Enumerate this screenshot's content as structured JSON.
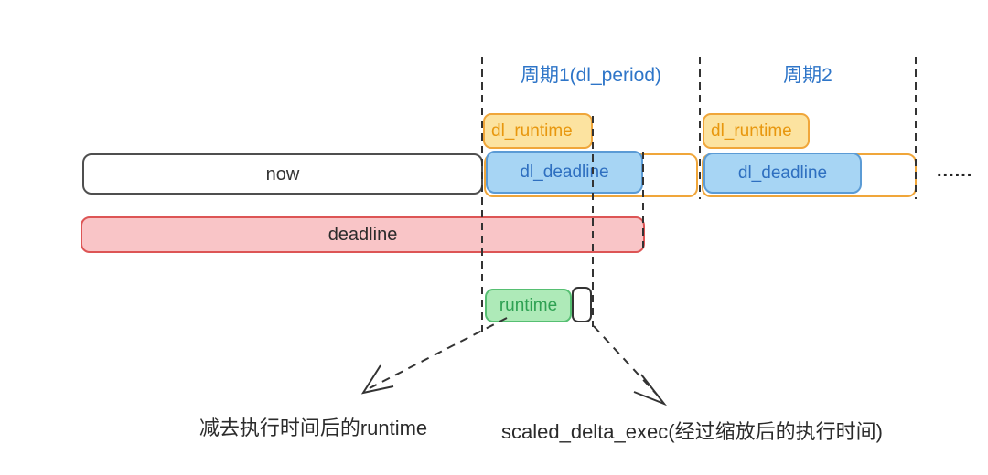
{
  "diagram": {
    "title_hint": "sched deadline runtime/period diagram",
    "periods": [
      {
        "label": "周期1(dl_period)",
        "runtime_label": "dl_runtime",
        "deadline_label": "dl_deadline"
      },
      {
        "label": "周期2",
        "runtime_label": "dl_runtime",
        "deadline_label": "dl_deadline"
      }
    ],
    "now_label": "now",
    "deadline_label": "deadline",
    "runtime_label": "runtime",
    "ellipsis": "......",
    "annotations": {
      "left": "减去执行时间后的runtime",
      "right": "scaled_delta_exec(经过缩放后的执行时间)"
    },
    "colors": {
      "period_label_blue": "#2e75c8",
      "runtime_yellow_fill": "#fce3a0",
      "runtime_yellow_border": "#f0a63a",
      "runtime_yellow_text": "#e8970e",
      "deadline_blue_fill": "#a7d5f4",
      "deadline_blue_border": "#5b9bd5",
      "deadline_blue_text": "#2e6fc0",
      "deadline_bar_fill": "#f9c5c7",
      "deadline_bar_border": "#dd5555",
      "runtime_green_fill": "#aeeab8",
      "runtime_green_border": "#56bf72",
      "runtime_green_text": "#2ea152",
      "line_dark": "#333333"
    }
  }
}
